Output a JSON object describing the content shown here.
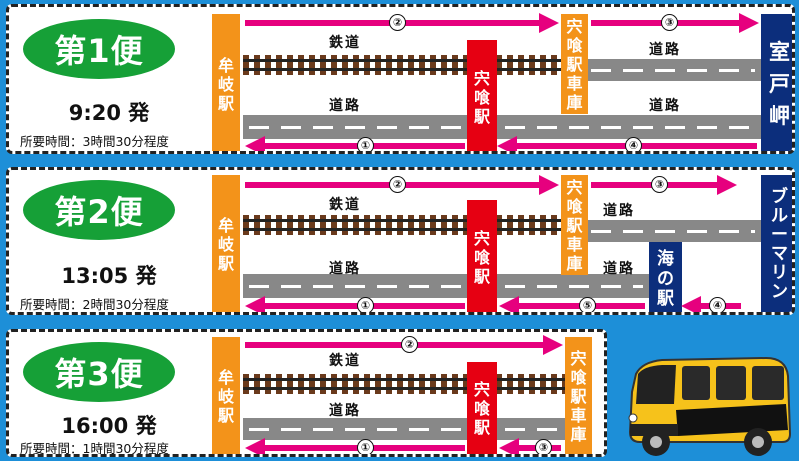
{
  "trips": [
    {
      "title": "第1便",
      "departure": "9:20 発",
      "duration": "所要時間：3時間30分程度",
      "arrows": [
        "②",
        "③",
        "①",
        "④"
      ],
      "labels": {
        "rail": "鉄道",
        "road1": "道路",
        "road_right_top": "道路",
        "road_right_bottom": "道路"
      }
    },
    {
      "title": "第2便",
      "departure": "13:05 発",
      "duration": "所要時間：2時間30分程度",
      "arrows": [
        "②",
        "③",
        "①",
        "⑤",
        "④"
      ],
      "labels": {
        "rail": "鉄道",
        "road1": "道路",
        "road_right_top": "道路",
        "road_right_bottom": "道路"
      }
    },
    {
      "title": "第3便",
      "departure": "16:00 発",
      "duration": "所要時間：1時間30分程度",
      "arrows": [
        "②",
        "①",
        "③"
      ],
      "labels": {
        "rail": "鉄道",
        "road1": "道路"
      }
    }
  ],
  "stations": {
    "mugi": [
      "牟",
      "岐",
      "駅"
    ],
    "shishikui": [
      "宍",
      "喰",
      "駅"
    ],
    "depot": [
      "宍",
      "喰",
      "駅",
      "車",
      "庫"
    ],
    "muroto": [
      "室",
      "戸",
      "岬"
    ],
    "bluemarine": [
      "ブ",
      "ル",
      "ー",
      "マ",
      "リ",
      "ン"
    ],
    "uminoeki": [
      "海",
      "の",
      "駅"
    ]
  },
  "colors": {
    "background": "#1d8fd8",
    "oval": "#16a037",
    "arrow": "#e6007e",
    "orange": "#f3931a",
    "red": "#e60012",
    "navy": "#0c2e7c"
  }
}
